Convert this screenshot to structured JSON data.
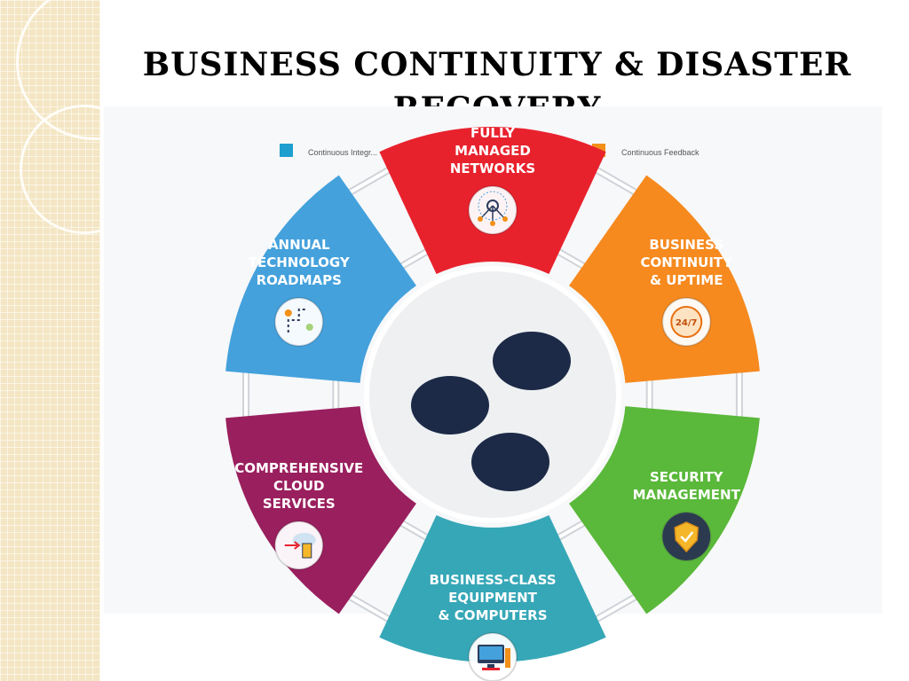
{
  "slide": {
    "title_line1": "BUSINESS CONTINUITY & DISASTER",
    "title_line2": "RECOVERY"
  },
  "legend": {
    "left_label": "Continuous Integr...",
    "right_label": "Continuous Feedback",
    "left_color": "#1e9fd0",
    "right_color": "#f39019"
  },
  "segments": [
    {
      "lines": [
        "FULLY",
        "MANAGED",
        "NETWORKS"
      ],
      "color": "#e8222d",
      "icon": "network-icon"
    },
    {
      "lines": [
        "BUSINESS",
        "CONTINUITY",
        "& UPTIME"
      ],
      "color": "#f68a1f",
      "icon": "clock-24-7-icon"
    },
    {
      "lines": [
        "SECURITY",
        "MANAGEMENT"
      ],
      "color": "#5ab83a",
      "icon": "shield-icon"
    },
    {
      "lines": [
        "BUSINESS-CLASS",
        "EQUIPMENT",
        "& COMPUTERS"
      ],
      "color": "#36a7b7",
      "icon": "computer-icon"
    },
    {
      "lines": [
        "COMPREHENSIVE",
        "CLOUD",
        "SERVICES"
      ],
      "color": "#9a1f5e",
      "icon": "cloud-server-icon"
    },
    {
      "lines": [
        "ANNUAL",
        "TECHNOLOGY",
        "ROADMAPS"
      ],
      "color": "#44a1dc",
      "icon": "roadmap-icon"
    }
  ],
  "center": {
    "dot_color": "#1c2a47"
  }
}
